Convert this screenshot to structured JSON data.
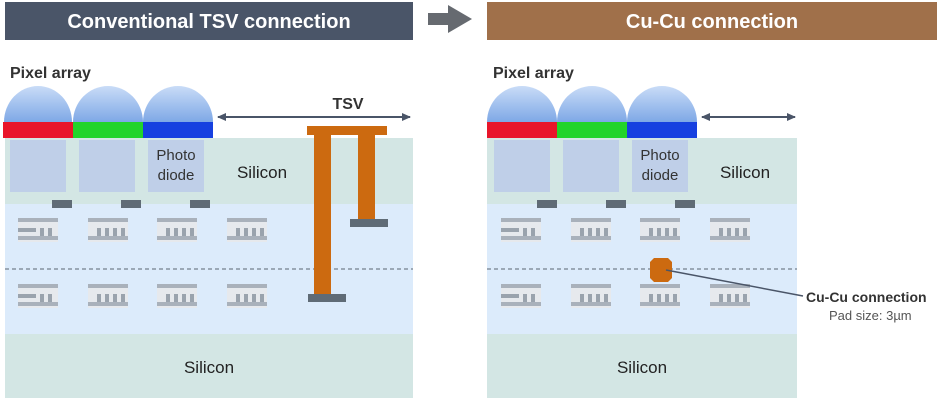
{
  "header": {
    "left_title": "Conventional TSV connection",
    "right_title": "Cu-Cu connection",
    "left_color": "#4a5568",
    "right_color": "#a0704a",
    "arrow_color": "#666a70"
  },
  "left_panel": {
    "pixel_array_label": "Pixel array",
    "tsv_label": "TSV",
    "photodiode_label_line1": "Photo",
    "photodiode_label_line2": "diode",
    "silicon_top_label": "Silicon",
    "silicon_bottom_label": "Silicon"
  },
  "right_panel": {
    "pixel_array_label": "Pixel array",
    "photodiode_label_line1": "Photo",
    "photodiode_label_line2": "diode",
    "silicon_top_label": "Silicon",
    "silicon_bottom_label": "Silicon",
    "callout_title": "Cu-Cu connection",
    "callout_subtitle": "Pad size: 3µm"
  },
  "colors": {
    "silicon": "#d3e6e4",
    "wiring_layer": "#dcebfb",
    "photodiode": "#bfcfe8",
    "copper": "#cc6a10",
    "pad_gray": "#5f6b76",
    "filter_red": "#e8152a",
    "filter_green": "#22d42a",
    "filter_blue": "#1640e0",
    "lens_blue": "#8fb7ee"
  }
}
